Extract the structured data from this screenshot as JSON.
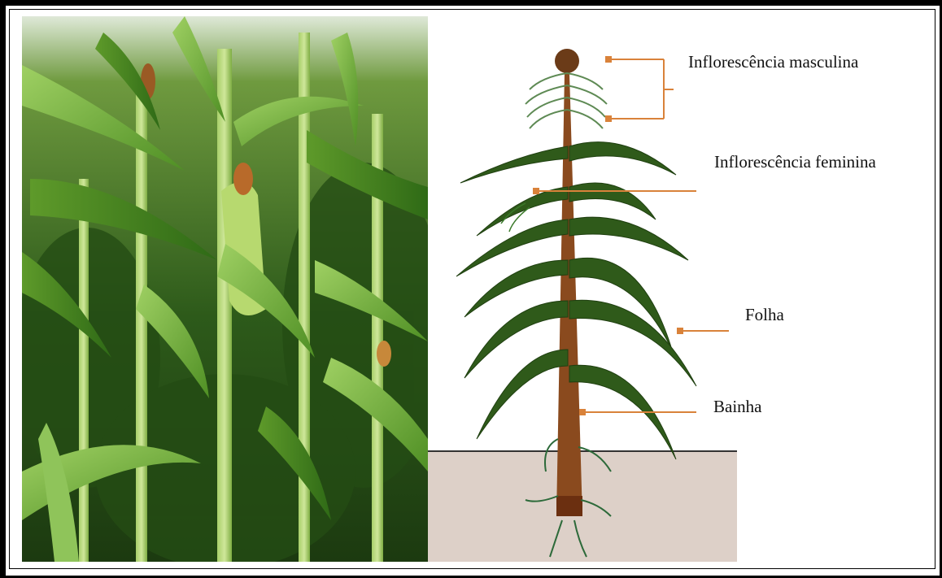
{
  "labels": {
    "male_inflorescence": "Inflorescência masculina",
    "female_inflorescence": "Inflorescência feminina",
    "leaf": "Folha",
    "sheath": "Bainha"
  },
  "colors": {
    "border": "#000000",
    "pointer": "#d9823a",
    "leaf_dark": "#2f5a1a",
    "leaf_mid": "#3f7a22",
    "stalk": "#8a4a1e",
    "soil": "#ddd0c8",
    "tassel": "#6b3b18"
  }
}
